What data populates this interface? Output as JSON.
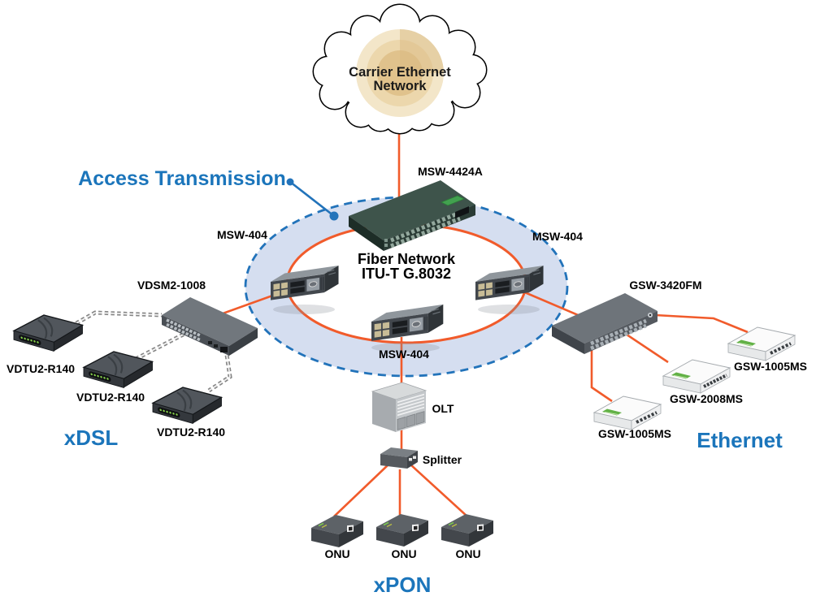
{
  "colors": {
    "orange": "#F15B2B",
    "blue": "#1B75BB",
    "ellipse_fill": "#D5DEF0",
    "ellipse_stroke": "#2273BA",
    "ring_stroke": "#F15B2B",
    "chain_gray": "#858585"
  },
  "cloud": {
    "line1": "Carrier Ethernet",
    "line2": "Network"
  },
  "core": {
    "label": "MSW-4424A"
  },
  "access": {
    "label": "Access Transmission"
  },
  "ring": {
    "line1": "Fiber Network",
    "line2": "ITU-T G.8032",
    "node_left": "MSW-404",
    "node_right": "MSW-404",
    "node_bottom": "MSW-404"
  },
  "xdsl": {
    "switch": "VDSM2-1008",
    "modems": [
      "VDTU2-R140",
      "VDTU2-R140",
      "VDTU2-R140"
    ],
    "zone": "xDSL"
  },
  "ethernet": {
    "switch": "GSW-3420FM",
    "clients": [
      "GSW-1005MS",
      "GSW-2008MS",
      "GSW-1005MS"
    ],
    "zone": "Ethernet"
  },
  "xpon": {
    "olt": "OLT",
    "splitter": "Splitter",
    "onus": [
      "ONU",
      "ONU",
      "ONU"
    ],
    "zone": "xPON"
  }
}
